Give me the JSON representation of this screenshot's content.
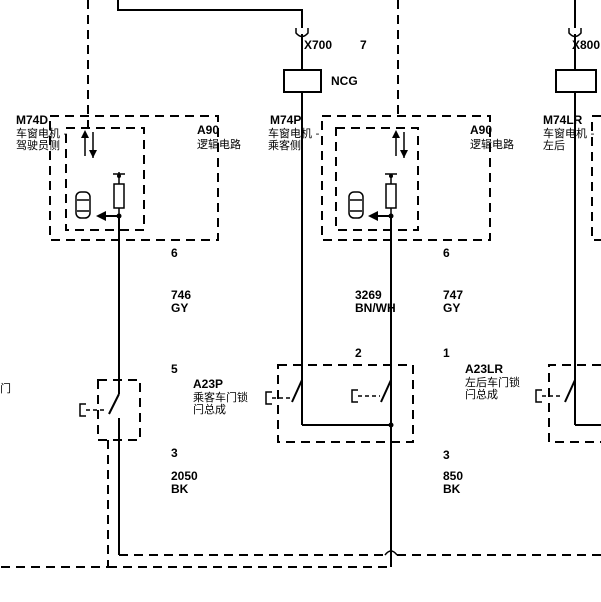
{
  "connectors": {
    "x700": "X700",
    "x700_pin": "7",
    "x800": "X800",
    "ncg": "NCG"
  },
  "components": {
    "m74d": {
      "id": "M74D",
      "line1": "车窗电机 -",
      "line2": "驾驶员侧"
    },
    "a90_left": {
      "id": "A90",
      "line1": "逻辑电路"
    },
    "m74p": {
      "id": "M74P",
      "line1": "车窗电机 -",
      "line2": "乘客侧"
    },
    "a90_right": {
      "id": "A90",
      "line1": "逻辑电路"
    },
    "m74lr": {
      "id": "M74LR",
      "line1": "车窗电机 -",
      "line2": "左后"
    },
    "a23p": {
      "id": "A23P",
      "line1": "乘客车门锁",
      "line2": "闩总成"
    },
    "a23lr": {
      "id": "A23LR",
      "line1": "左后车门锁",
      "line2": "闩总成"
    },
    "left_edge_char": "门"
  },
  "pins": {
    "p6_left": "6",
    "p6_right": "6",
    "p5": "5",
    "p2": "2",
    "p1": "1",
    "p3_left": "3",
    "p3_right": "3"
  },
  "wires": {
    "w746": {
      "circuit": "746",
      "color": "GY"
    },
    "w3269": {
      "circuit": "3269",
      "color": "BN/WH"
    },
    "w747": {
      "circuit": "747",
      "color": "GY"
    },
    "w2050": {
      "circuit": "2050",
      "color": "BK"
    },
    "w850": {
      "circuit": "850",
      "color": "BK"
    }
  }
}
